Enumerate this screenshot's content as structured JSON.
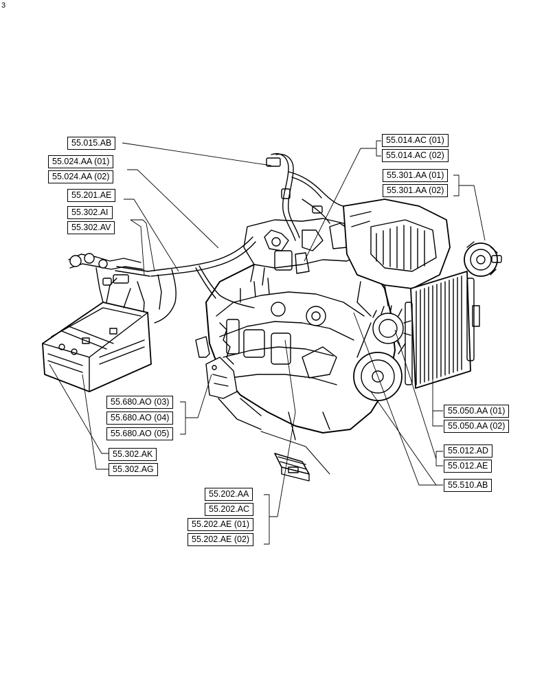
{
  "corner_mark": "3",
  "references": {
    "r55_015_AB": "55.015.AB",
    "r55_024_AA_01": "55.024.AA (01)",
    "r55_024_AA_02": "55.024.AA (02)",
    "r55_201_AE": "55.201.AE",
    "r55_302_AI": "55.302.AI",
    "r55_302_AV": "55.302.AV",
    "r55_014_AC_01": "55.014.AC (01)",
    "r55_014_AC_02": "55.014.AC (02)",
    "r55_301_AA_01": "55.301.AA (01)",
    "r55_301_AA_02": "55.301.AA (02)",
    "r55_680_AO_03": "55.680.AO (03)",
    "r55_680_AO_04": "55.680.AO (04)",
    "r55_680_AO_05": "55.680.AO (05)",
    "r55_302_AK": "55.302.AK",
    "r55_302_AG": "55.302.AG",
    "r55_050_AA_01": "55.050.AA (01)",
    "r55_050_AA_02": "55.050.AA (02)",
    "r55_012_AD": "55.012.AD",
    "r55_012_AE": "55.012.AE",
    "r55_510_AB": "55.510.AB",
    "r55_202_AA": "55.202.AA",
    "r55_202_AC": "55.202.AC",
    "r55_202_AE_01": "55.202.AE (01)",
    "r55_202_AE_02": "55.202.AE (02)"
  }
}
